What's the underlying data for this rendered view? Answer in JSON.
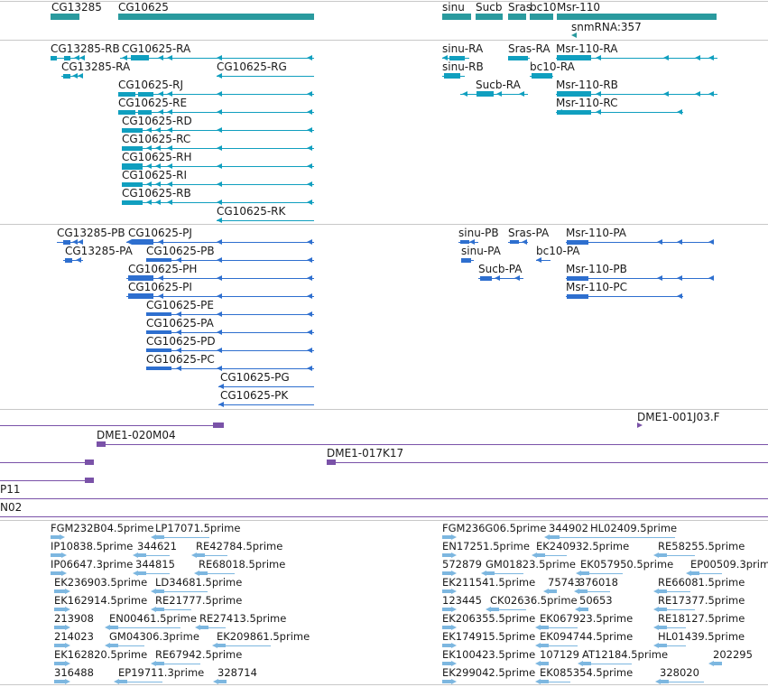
{
  "colors": {
    "gene": "#2a9a9e",
    "transcript": "#109fbf",
    "cds": "#2e6fcf",
    "clone": "#7a52a8",
    "est": "#7db7e0",
    "divider": "#c8c8c8"
  },
  "genes": [
    {
      "label": "CG13285"
    },
    {
      "label": "CG10625"
    },
    {
      "label": "sinu"
    },
    {
      "label": "Sucb"
    },
    {
      "label": "Sras"
    },
    {
      "label": "bc10"
    },
    {
      "label": "Msr-110"
    },
    {
      "label": "snmRNA:357"
    }
  ],
  "transcripts": [
    {
      "label": "CG13285-RB"
    },
    {
      "label": "CG10625-RA"
    },
    {
      "label": "CG13285-RA"
    },
    {
      "label": "CG10625-RG"
    },
    {
      "label": "CG10625-RJ"
    },
    {
      "label": "CG10625-RE"
    },
    {
      "label": "CG10625-RD"
    },
    {
      "label": "CG10625-RC"
    },
    {
      "label": "CG10625-RH"
    },
    {
      "label": "CG10625-RI"
    },
    {
      "label": "CG10625-RB"
    },
    {
      "label": "CG10625-RK"
    },
    {
      "label": "sinu-RA"
    },
    {
      "label": "Sras-RA"
    },
    {
      "label": "Msr-110-RA"
    },
    {
      "label": "sinu-RB"
    },
    {
      "label": "bc10-RA"
    },
    {
      "label": "Sucb-RA"
    },
    {
      "label": "Msr-110-RB"
    },
    {
      "label": "Msr-110-RC"
    }
  ],
  "proteins": [
    {
      "label": "CG13285-PB"
    },
    {
      "label": "CG10625-PJ"
    },
    {
      "label": "CG13285-PA"
    },
    {
      "label": "CG10625-PB"
    },
    {
      "label": "CG10625-PH"
    },
    {
      "label": "CG10625-PI"
    },
    {
      "label": "CG10625-PE"
    },
    {
      "label": "CG10625-PA"
    },
    {
      "label": "CG10625-PD"
    },
    {
      "label": "CG10625-PC"
    },
    {
      "label": "CG10625-PG"
    },
    {
      "label": "CG10625-PK"
    },
    {
      "label": "sinu-PB"
    },
    {
      "label": "Sras-PA"
    },
    {
      "label": "Msr-110-PA"
    },
    {
      "label": "sinu-PA"
    },
    {
      "label": "bc10-PA"
    },
    {
      "label": "Sucb-PA"
    },
    {
      "label": "Msr-110-PB"
    },
    {
      "label": "Msr-110-PC"
    }
  ],
  "clones": [
    {
      "label": "DME1-001J03.F"
    },
    {
      "label": "DME1-020M04"
    },
    {
      "label": "DME1-017K17"
    },
    {
      "label": "P11"
    },
    {
      "label": "N02"
    }
  ],
  "ests": [
    {
      "label": "FGM232B04.5prime"
    },
    {
      "label": "LP17071.5prime"
    },
    {
      "label": "FGM236G06.5prime"
    },
    {
      "label": "344902"
    },
    {
      "label": "HL02409.5prime"
    },
    {
      "label": "IP10838.5prime"
    },
    {
      "label": "344621"
    },
    {
      "label": "RE42784.5prime"
    },
    {
      "label": "EN17251.5prime"
    },
    {
      "label": "EK240932.5prime"
    },
    {
      "label": "RE58255.5prime"
    },
    {
      "label": "IP06647.3prime"
    },
    {
      "label": "344815"
    },
    {
      "label": "RE68018.5prime"
    },
    {
      "label": "572879"
    },
    {
      "label": "GM01823.5prime"
    },
    {
      "label": "EK057950.5prime"
    },
    {
      "label": "EP00509.3prime"
    },
    {
      "label": "EK236903.5prime"
    },
    {
      "label": "LD34681.5prime"
    },
    {
      "label": "EK211541.5prime"
    },
    {
      "label": "75743"
    },
    {
      "label": "376018"
    },
    {
      "label": "RE66081.5prime"
    },
    {
      "label": "EK162914.5prime"
    },
    {
      "label": "RE21777.5prime"
    },
    {
      "label": "123445"
    },
    {
      "label": "CK02636.5prime"
    },
    {
      "label": "50653"
    },
    {
      "label": "RE17377.5prime"
    },
    {
      "label": "213908"
    },
    {
      "label": "EN00461.5prime"
    },
    {
      "label": "RE27413.5prime"
    },
    {
      "label": "EK206355.5prime"
    },
    {
      "label": "EK067923.5prime"
    },
    {
      "label": "RE18127.5prime"
    },
    {
      "label": "214023"
    },
    {
      "label": "GM04306.3prime"
    },
    {
      "label": "EK209861.5prime"
    },
    {
      "label": "EK174915.5prime"
    },
    {
      "label": "EK094744.5prime"
    },
    {
      "label": "HL01439.5prime"
    },
    {
      "label": "EK162820.5prime"
    },
    {
      "label": "RE67942.5prime"
    },
    {
      "label": "EK100423.5prime"
    },
    {
      "label": "107129"
    },
    {
      "label": "AT12184.5prime"
    },
    {
      "label": "202295"
    },
    {
      "label": "316488"
    },
    {
      "label": "EP19711.3prime"
    },
    {
      "label": "328714"
    },
    {
      "label": "EK299042.5prime"
    },
    {
      "label": "EK085354.5prime"
    },
    {
      "label": "328020"
    }
  ]
}
